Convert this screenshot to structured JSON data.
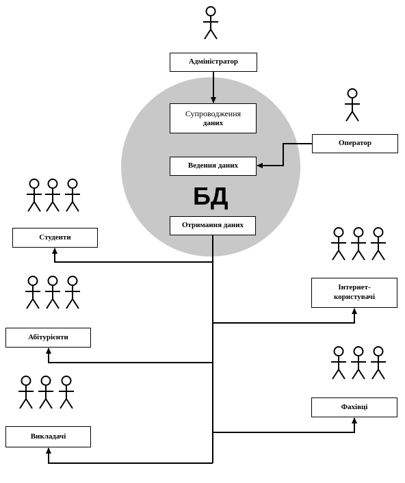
{
  "center": {
    "label": "БД"
  },
  "boxes": {
    "admin": "Адміністратор",
    "support": {
      "line1": "Супроводження",
      "line2": "даних"
    },
    "operator": "Оператор",
    "maintain": "Ведення даних",
    "receive": "Отримання даних",
    "students": "Студенти",
    "applicants": "Абітурієнти",
    "teachers": "Викладачі",
    "internet": {
      "line1": "Інтернет-",
      "line2": "користувачі"
    },
    "finance": "Фахівці"
  },
  "colors": {
    "database_fill": "#c8c8c8",
    "line": "#000000",
    "box_fill": "#ffffff"
  },
  "icons": [
    "actor-icon"
  ]
}
